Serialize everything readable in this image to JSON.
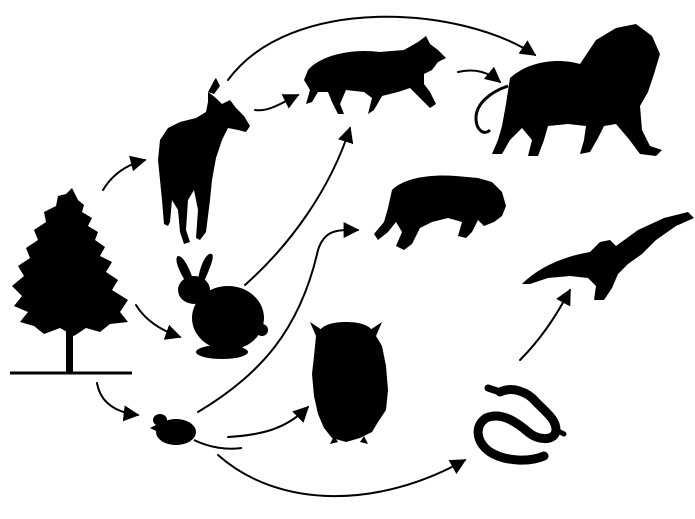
{
  "diagram": {
    "type": "food-web",
    "organisms": [
      {
        "id": "tree",
        "icon": "tree-icon"
      },
      {
        "id": "goat",
        "icon": "goat-icon"
      },
      {
        "id": "rabbit",
        "icon": "rabbit-icon"
      },
      {
        "id": "mouse",
        "icon": "mouse-icon"
      },
      {
        "id": "wolf",
        "icon": "wolf-icon"
      },
      {
        "id": "lion",
        "icon": "lion-icon"
      },
      {
        "id": "tiger",
        "icon": "tiger-icon"
      },
      {
        "id": "owl",
        "icon": "owl-icon"
      },
      {
        "id": "snake",
        "icon": "snake-icon"
      },
      {
        "id": "eagle",
        "icon": "eagle-icon"
      }
    ],
    "links": [
      {
        "from": "tree",
        "to": "goat"
      },
      {
        "from": "tree",
        "to": "rabbit"
      },
      {
        "from": "tree",
        "to": "mouse"
      },
      {
        "from": "goat",
        "to": "wolf"
      },
      {
        "from": "goat",
        "to": "lion"
      },
      {
        "from": "wolf",
        "to": "lion"
      },
      {
        "from": "rabbit",
        "to": "wolf"
      },
      {
        "from": "mouse",
        "to": "tiger"
      },
      {
        "from": "mouse",
        "to": "owl"
      },
      {
        "from": "mouse",
        "to": "snake"
      },
      {
        "from": "snake",
        "to": "eagle"
      }
    ],
    "colors": {
      "silhouette": "#000000",
      "background": "#ffffff"
    }
  }
}
